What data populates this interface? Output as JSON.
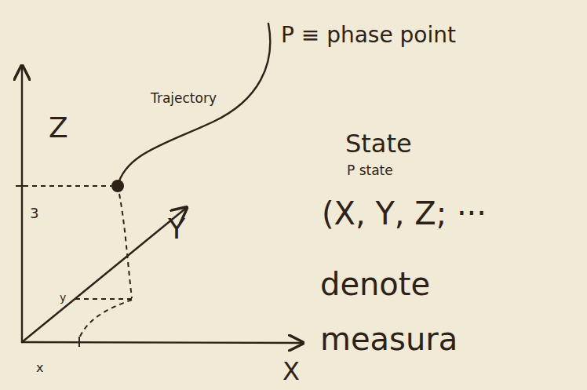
{
  "diagram": {
    "labels": [
      "P ≡ phase point",
      "Trajectory",
      "State",
      "P state",
      "(X, Y, Z; ···",
      "denote",
      "measura",
      "Z",
      "3",
      "Y",
      "y",
      "X",
      "x"
    ]
  }
}
